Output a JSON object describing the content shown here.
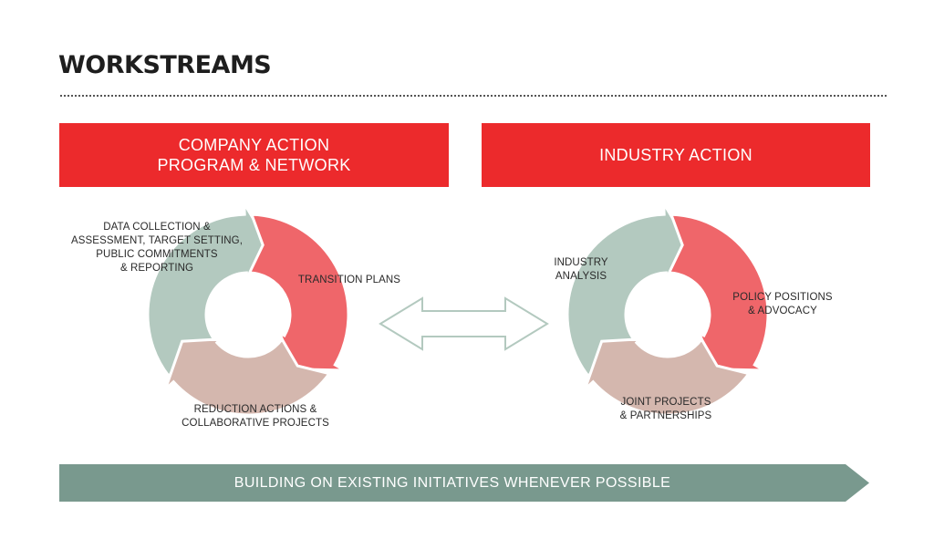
{
  "title": "WORKSTREAMS",
  "colors": {
    "header_red": "#ec2a2c",
    "segment_green": "#b3c9bf",
    "segment_red": "#ef666a",
    "segment_tan": "#d4b7ae",
    "double_arrow_outline": "#b3c9bf",
    "bottom_bar": "#79998e"
  },
  "headers": {
    "left": "COMPANY ACTION\nPROGRAM & NETWORK",
    "right": "INDUSTRY ACTION"
  },
  "cycles": {
    "left": {
      "segments": [
        {
          "label": "DATA COLLECTION &\nASSESSMENT, TARGET SETTING,\nPUBLIC COMMITMENTS\n& REPORTING",
          "color": "green"
        },
        {
          "label": "TRANSITION PLANS",
          "color": "red"
        },
        {
          "label": "REDUCTION ACTIONS &\nCOLLABORATIVE PROJECTS",
          "color": "tan"
        }
      ]
    },
    "right": {
      "segments": [
        {
          "label": "INDUSTRY\nANALYSIS",
          "color": "green"
        },
        {
          "label": "POLICY POSITIONS\n& ADVOCACY",
          "color": "red"
        },
        {
          "label": "JOINT PROJECTS\n& PARTNERSHIPS",
          "color": "tan"
        }
      ]
    }
  },
  "connector": "double-arrow",
  "bottom_bar": "BUILDING ON EXISTING INITIATIVES WHENEVER POSSIBLE"
}
